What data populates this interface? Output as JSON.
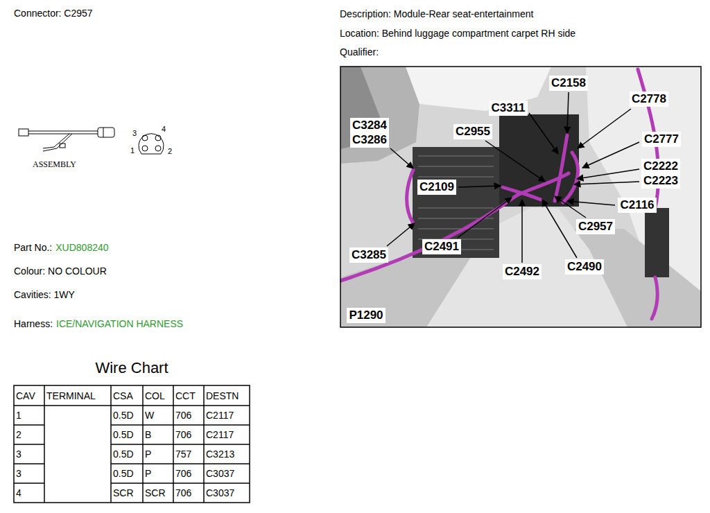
{
  "diagram": {
    "labels": [
      "Connector: C2957",
      "Description: Module-Rear seat-entertainment",
      "Location: Behind luggage compartment carpet RH side",
      "Qualifier:",
      "ASSEMBLY",
      "3",
      "4",
      "1",
      "2",
      "Part No.:",
      "XUD808240",
      "Colour: NO COLOUR",
      "Cavities: 1WY",
      "Harness:",
      "ICE/NAVIGATION HARNESS",
      "Wire Chart",
      "CAV",
      "TERMINAL",
      "CSA",
      "COL",
      "CCT",
      "DESTN",
      "1",
      "0.5D",
      "W",
      "706",
      "C2117",
      "2",
      "0.5D",
      "B",
      "706",
      "C2117",
      "3",
      "0.5D",
      "P",
      "757",
      "C3213",
      "3",
      "0.5D",
      "P",
      "706",
      "C3037",
      "4",
      "SCR",
      "SCR",
      "706",
      "C3037",
      "C2158",
      "C3311",
      "C2778",
      "C3284",
      "C3286",
      "C2955",
      "C2777",
      "C2222",
      "C2223",
      "C2109",
      "C2116",
      "C2957",
      "C3285",
      "C2491",
      "C2492",
      "C2490",
      "P1290"
    ]
  }
}
